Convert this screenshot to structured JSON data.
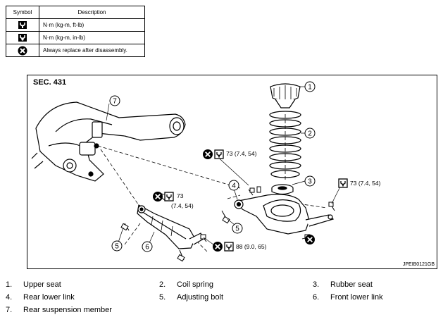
{
  "legend": {
    "header_symbol": "Symbol",
    "header_description": "Description",
    "rows": [
      {
        "icon": "torque-wrench-nm-icon",
        "description": "N·m (kg-m, ft-lb)"
      },
      {
        "icon": "torque-wrench-inlb-icon",
        "description": "N·m (kg-m, in-lb)"
      },
      {
        "icon": "always-replace-icon",
        "description": "Always replace after disassembly."
      }
    ]
  },
  "figure": {
    "section": "SEC. 431",
    "code": "JPEIB0121GB",
    "torques": {
      "spring_bolt": "73 (7.4, 54)",
      "lower_link_right": "73 (7.4, 54)",
      "rear_link_line1": "73",
      "rear_link_line2": "(7.4, 54)",
      "front_link": "88 (9.0, 65)"
    },
    "callouts": [
      "1",
      "2",
      "3",
      "4",
      "5",
      "5",
      "6",
      "7"
    ]
  },
  "parts": [
    {
      "num": "1.",
      "name": "Upper seat"
    },
    {
      "num": "2.",
      "name": "Coil spring"
    },
    {
      "num": "3.",
      "name": "Rubber seat"
    },
    {
      "num": "4.",
      "name": "Rear lower link"
    },
    {
      "num": "5.",
      "name": "Adjusting bolt"
    },
    {
      "num": "6.",
      "name": "Front lower link"
    },
    {
      "num": "7.",
      "name": "Rear suspension member"
    }
  ]
}
